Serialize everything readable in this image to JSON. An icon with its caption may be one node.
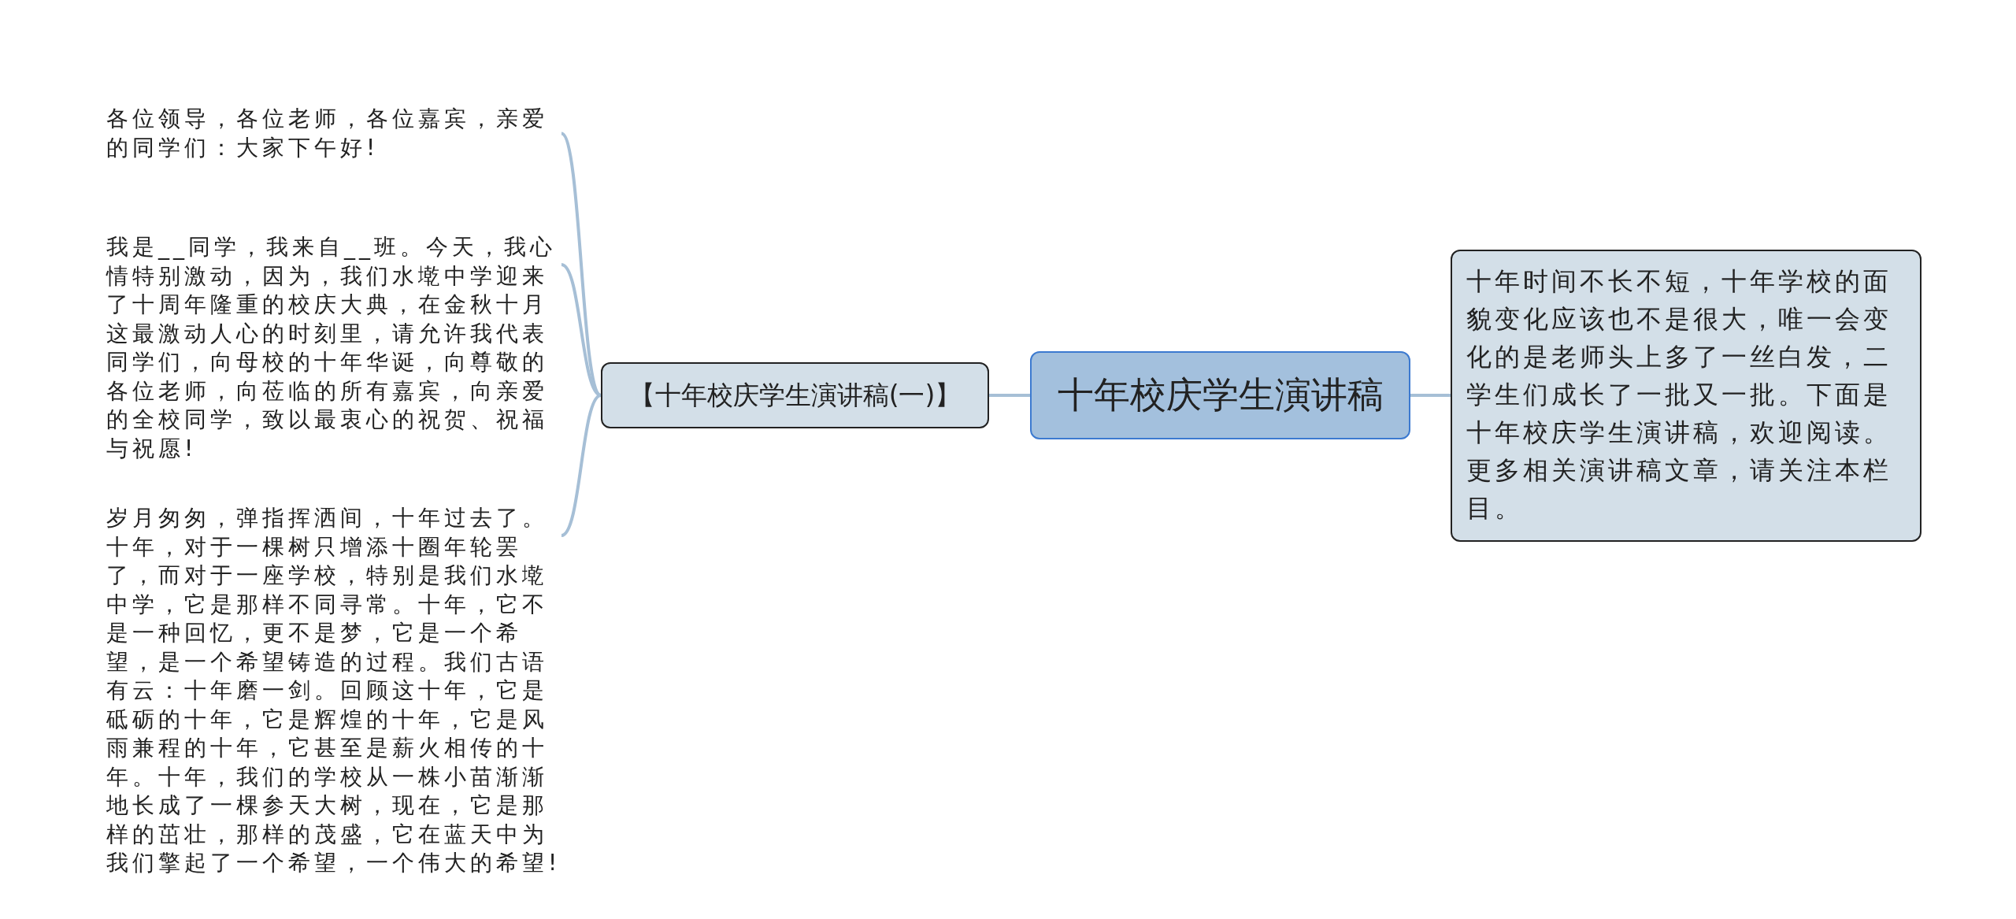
{
  "diagram": {
    "nodes": [
      {
        "text": [
          "十年校庆学生演讲稿"
        ]
      },
      {
        "text": [
          "【十年校庆学生演讲稿(一)】"
        ]
      },
      {
        "text": [
          "十年时间不长不短，十年学校的面貌变化应该也不是很大，唯一会变化的是老师头上多了一丝白发，二学生们成长了一批又一批。下面是十年校庆学生演讲稿，欢迎阅读。更多相关演讲稿文章，请关注本栏目。"
        ]
      },
      {
        "text": [
          "各位领导，各位老师，各位嘉宾，亲爱的同学们：大家下午好!"
        ]
      },
      {
        "text": [
          "我是__同学，我来自__班。今天，我心情特别激动，因为，我们水墘中学迎来了十周年隆重的校庆大典，在金秋十月这最激动人心的时刻里，请允许我代表同学们，向母校的十年华诞，向尊敬的各位老师，向莅临的所有嘉宾，向亲爱的全校同学，致以最衷心的祝贺、祝福与祝愿!"
        ]
      },
      {
        "text": [
          "岁月匆匆，弹指挥洒间，十年过去了。十年，对于一棵树只增添十圈年轮罢了，而对于一座学校，特别是我们水墘中学，它是那样不同寻常。十年，它不是一种回忆，更不是梦，它是一个希望，是一个希望铸造的过程。我们古语有云：十年磨一剑。回顾这十年，它是砥砺的十年，它是辉煌的十年，它是风雨兼程的十年，它甚至是薪火相传的十年。十年，我们的学校从一株小苗渐渐地长成了一棵参天大树，现在，它是那样的茁壮，那样的茂盛，它在蓝天中为我们擎起了一个希望，一个伟大的希望!"
        ]
      }
    ],
    "edges": [
      {
        "from": 0,
        "to": 1,
        "arrow": "none"
      },
      {
        "from": 0,
        "to": 2,
        "arrow": "none"
      },
      {
        "from": 1,
        "to": 3,
        "arrow": "none"
      },
      {
        "from": 1,
        "to": 4,
        "arrow": "none"
      },
      {
        "from": 1,
        "to": 5,
        "arrow": "none"
      }
    ]
  }
}
